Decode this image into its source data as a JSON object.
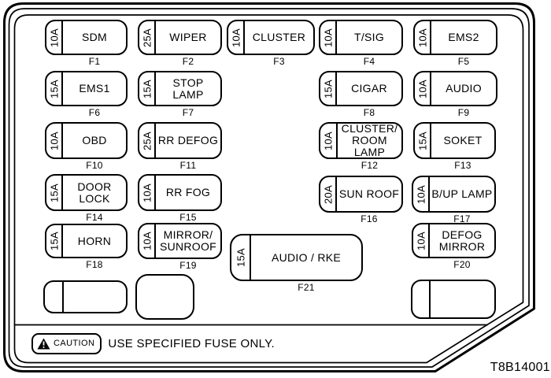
{
  "diagram": {
    "title": "engine-compartment-fuse-box-diagram",
    "line_color": "#000000",
    "background_color": "#ffffff",
    "caution_icon": "warning-triangle",
    "caution_badge_label": "CAUTION",
    "caution_text": "USE SPECIFIED FUSE ONLY.",
    "part_number": "T8B14001"
  },
  "fuses": [
    {
      "id": "F1",
      "amp": "10A",
      "label": "SDM",
      "f": "F1"
    },
    {
      "id": "F2",
      "amp": "25A",
      "label": "WIPER",
      "f": "F2"
    },
    {
      "id": "F3",
      "amp": "10A",
      "label": "CLUSTER",
      "f": "F3"
    },
    {
      "id": "F4",
      "amp": "10A",
      "label": "T/SIG",
      "f": "F4"
    },
    {
      "id": "F5",
      "amp": "10A",
      "label": "EMS2",
      "f": "F5"
    },
    {
      "id": "F6",
      "amp": "15A",
      "label": "EMS1",
      "f": "F6"
    },
    {
      "id": "F7",
      "amp": "15A",
      "label": "STOP\nLAMP",
      "f": "F7"
    },
    {
      "id": "F8",
      "amp": "15A",
      "label": "CIGAR",
      "f": "F8"
    },
    {
      "id": "F9",
      "amp": "10A",
      "label": "AUDIO",
      "f": "F9"
    },
    {
      "id": "F10",
      "amp": "10A",
      "label": "OBD",
      "f": "F10"
    },
    {
      "id": "F11",
      "amp": "25A",
      "label": "RR DEFOG",
      "f": "F11"
    },
    {
      "id": "F12",
      "amp": "10A",
      "label": "CLUSTER/\nROOM LAMP",
      "f": "F12"
    },
    {
      "id": "F13",
      "amp": "15A",
      "label": "SOKET",
      "f": "F13"
    },
    {
      "id": "F14",
      "amp": "15A",
      "label": "DOOR\nLOCK",
      "f": "F14"
    },
    {
      "id": "F15",
      "amp": "10A",
      "label": "RR FOG",
      "f": "F15"
    },
    {
      "id": "F16",
      "amp": "20A",
      "label": "SUN ROOF",
      "f": "F16"
    },
    {
      "id": "F17",
      "amp": "10A",
      "label": "B/UP LAMP",
      "f": "F17"
    },
    {
      "id": "F18",
      "amp": "15A",
      "label": "HORN",
      "f": "F18"
    },
    {
      "id": "F19",
      "amp": "10A",
      "label": "MIRROR/\nSUNROOF",
      "f": "F19"
    },
    {
      "id": "F20",
      "amp": "10A",
      "label": "DEFOG\nMIRROR",
      "f": "F20"
    },
    {
      "id": "F21",
      "amp": "15A",
      "label": "AUDIO / RKE",
      "f": "F21"
    }
  ],
  "empty_slots": [
    {
      "has_divider": true
    },
    {
      "has_divider": false
    },
    {
      "has_divider": true
    }
  ]
}
